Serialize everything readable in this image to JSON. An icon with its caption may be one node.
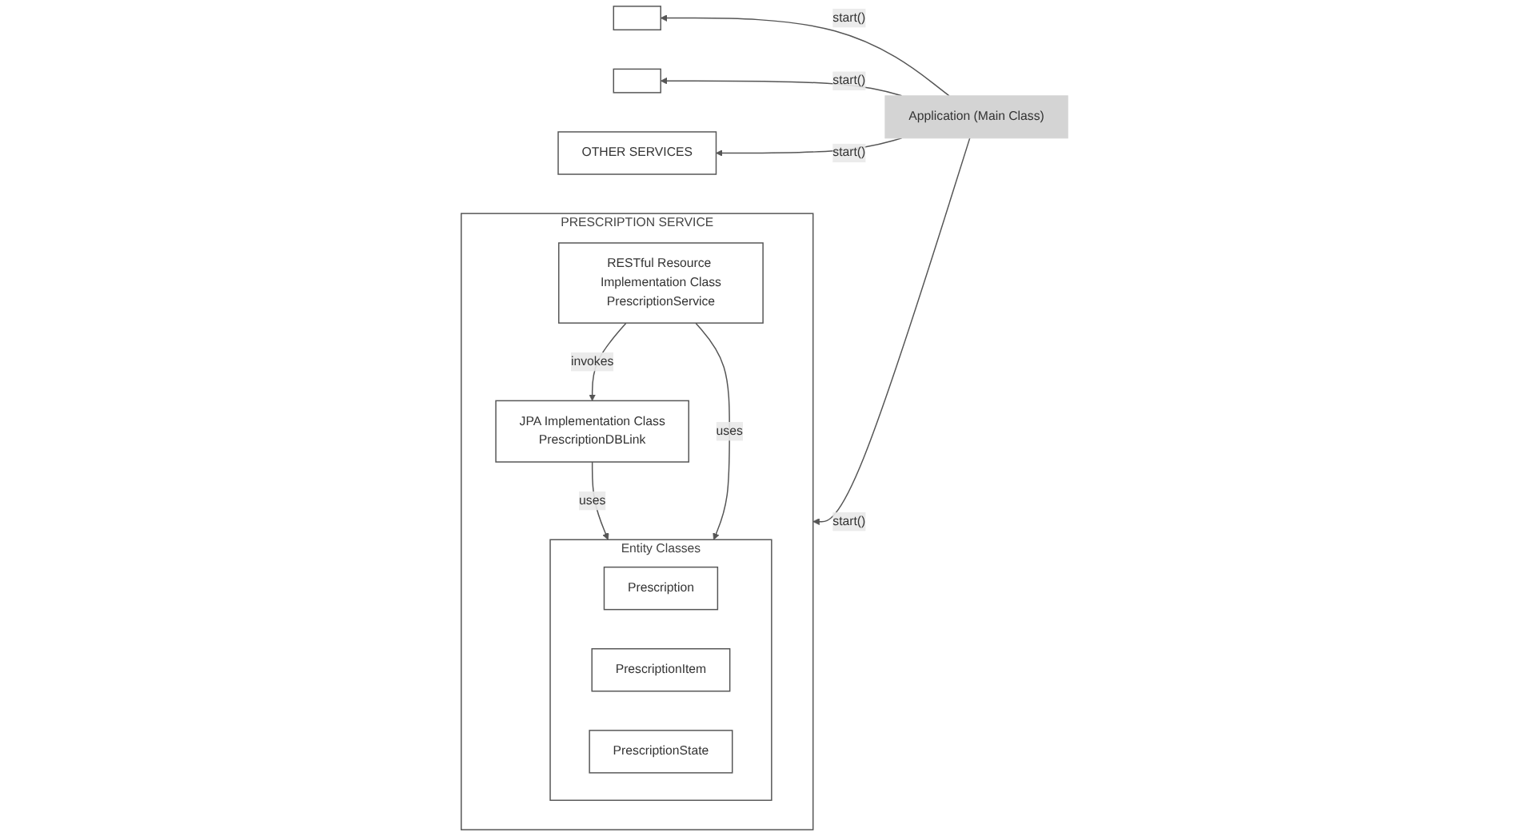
{
  "diagram": {
    "nodes": [
      {
        "text": [
          "PRESCRIPTION SERVICE"
        ]
      },
      {
        "text": [
          "Entity Classes"
        ],
        "in": 0
      },
      {
        "text": [
          "Prescription"
        ],
        "in": 1
      },
      {
        "text": [
          "PrescriptionItem"
        ],
        "in": 1
      },
      {
        "text": [
          "PrescriptionState"
        ],
        "in": 1
      },
      {
        "text": [
          "JPA Implementation Class",
          "PrescriptionDBLink"
        ],
        "in": 0
      },
      {
        "text": [
          "RESTful Resource Implementation Class",
          "PrescriptionService"
        ],
        "in": 0
      },
      {
        "text": [
          "Application (Main Class)"
        ]
      },
      {
        "text": [],
        "shape": "box"
      },
      {
        "text": [],
        "shape": "box"
      },
      {
        "text": [
          "OTHER SERVICES"
        ]
      }
    ],
    "edges": [
      {
        "from": 5,
        "to": 1,
        "label": "uses",
        "arrow": "to"
      },
      {
        "from": 6,
        "to": 1,
        "label": "uses",
        "arrow": "to"
      },
      {
        "from": 6,
        "to": 5,
        "label": "invokes",
        "arrow": "to"
      },
      {
        "from": 7,
        "to": 0,
        "label": "start()",
        "arrow": "to"
      },
      {
        "from": 7,
        "to": 8,
        "label": "start()",
        "arrow": "to"
      },
      {
        "from": 7,
        "to": 9,
        "label": "start()",
        "arrow": "to"
      },
      {
        "from": 7,
        "to": 10,
        "label": "start()",
        "arrow": "to"
      }
    ]
  }
}
